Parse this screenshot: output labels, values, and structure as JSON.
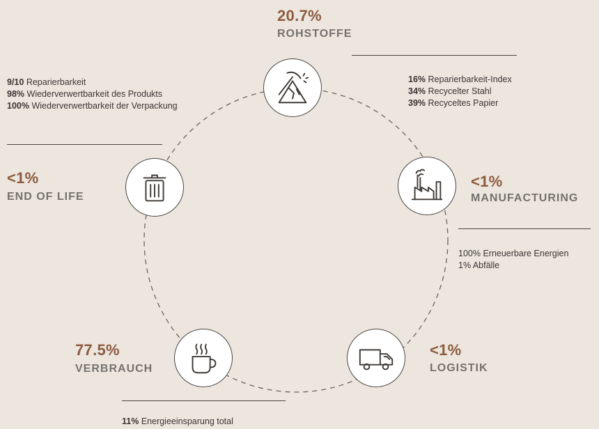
{
  "colors": {
    "accent": "#8c5b3e",
    "stage_label": "#75716c",
    "text": "#3a3532",
    "background": "#ece6df"
  },
  "stages": {
    "rohstoffe": {
      "percent": "20.7%",
      "label": "ROHSTOFFE",
      "icon": "pickaxe-rock-icon",
      "facts": [
        {
          "value": "16%",
          "text": "Reparierbarkeit-Index"
        },
        {
          "value": "34%",
          "text": "Recycelter Stahl"
        },
        {
          "value": "39%",
          "text": "Recyceltes Papier"
        }
      ]
    },
    "manufacturing": {
      "percent": "<1%",
      "label": "MANUFACTURING",
      "icon": "factory-icon",
      "facts": [
        {
          "value": "",
          "text": "100% Erneuerbare Energien"
        },
        {
          "value": "",
          "text": "1% Abfälle"
        }
      ]
    },
    "logistik": {
      "percent": "<1%",
      "label": "LOGISTIK",
      "icon": "delivery-truck-icon"
    },
    "verbrauch": {
      "percent": "77.5%",
      "label": "VERBRAUCH",
      "icon": "hot-cup-icon",
      "facts": [
        {
          "value": "11%",
          "text": "Energieeinsparung total"
        }
      ]
    },
    "end_of_life": {
      "percent": "<1%",
      "label": "END OF LIFE",
      "icon": "trash-bin-icon",
      "facts": [
        {
          "value": "9/10",
          "text": "Reparierbarkeit"
        },
        {
          "value": "98%",
          "text": "Wiederverwertbarkeit des Produkts"
        },
        {
          "value": "100%",
          "text": "Wiederverwertbarkeit der Verpackung"
        }
      ]
    }
  }
}
